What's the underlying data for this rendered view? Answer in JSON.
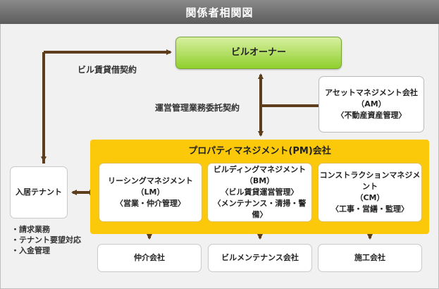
{
  "title": "関係者相関図",
  "owner": {
    "label": "ビルオーナー"
  },
  "labels": {
    "lease_contract": "ビル賃貸借契約",
    "management_contract": "運営管理業務委託契約"
  },
  "am": {
    "lines": [
      "アセットマネジメント会社",
      "（AM）",
      "〈不動産資産管理〉"
    ]
  },
  "pm": {
    "title": "プロパティマネジメント(PM)会社"
  },
  "lm": {
    "lines": [
      "リーシングマネジメント",
      "（LM）",
      "〈営業・仲介管理〉"
    ]
  },
  "bm": {
    "lines": [
      "ビルディングマネジメント",
      "（BM）",
      "〈ビル賃貸運営管理〉",
      "〈メンテナンス・清掃・警備〉"
    ]
  },
  "cm": {
    "lines": [
      "コンストラクションマネジメント",
      "（CM）",
      "〈工事・営繕・監理〉"
    ]
  },
  "tenant": {
    "label": "入居テナント"
  },
  "tenant_tasks": [
    "・請求業務",
    "・テナント要望対応",
    "・入金管理"
  ],
  "subcontractors": {
    "agency": "仲介会社",
    "bldg_maintenance": "ビルメンテナンス会社",
    "construction": "施工会社"
  },
  "colors": {
    "arrow": "#5e3d1c",
    "pm_band": "#fbc90a",
    "owner_green": "#8fcf2d"
  }
}
